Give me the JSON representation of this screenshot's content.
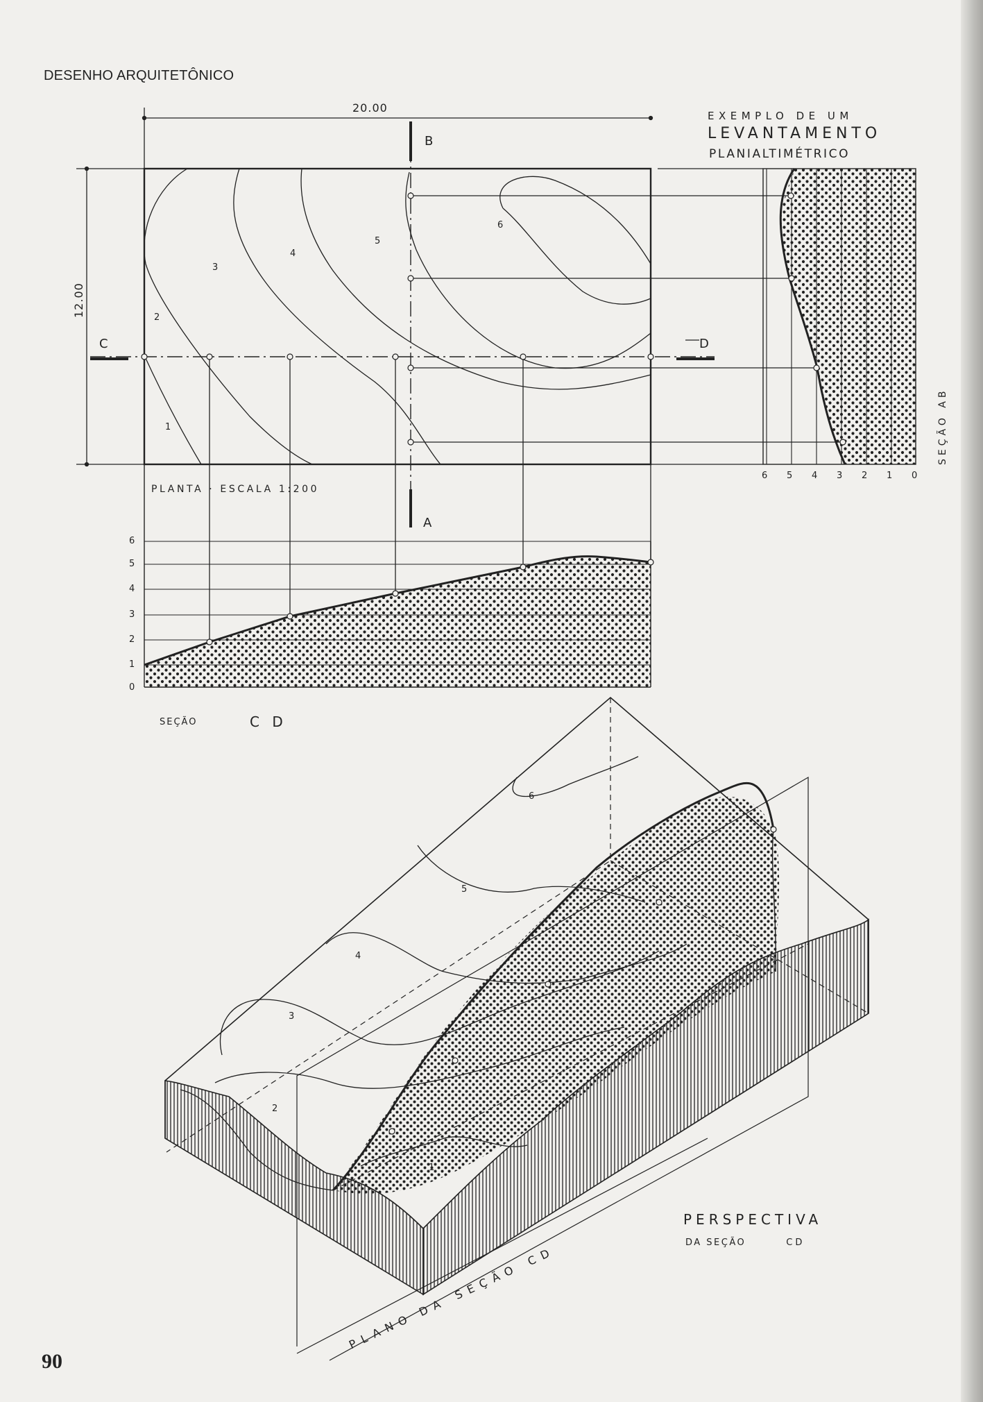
{
  "header": {
    "book_title": "DESENHO ARQUITETÔNICO"
  },
  "page_number": "90",
  "title": {
    "line1": "EXEMPLO DE UM",
    "line2": "LEVANTAMENTO",
    "line3": "PLANIALTIMÉTRICO"
  },
  "plan": {
    "label": "PLANTA · ESCALA 1:200",
    "width_dimension": "20.00",
    "height_dimension": "12.00",
    "section_marks": {
      "b": "B",
      "a": "A",
      "c": "C",
      "d": "D"
    },
    "contour_labels": [
      "1",
      "2",
      "3",
      "4",
      "5",
      "6"
    ]
  },
  "section_cd": {
    "label_prefix": "SEÇÃO",
    "label_name": "C D",
    "level_ticks": [
      "6",
      "5",
      "4",
      "3",
      "2",
      "1",
      "0"
    ]
  },
  "section_ab": {
    "label": "SEÇÃO AB",
    "level_ticks": [
      "6",
      "5",
      "4",
      "3",
      "2",
      "1",
      "0"
    ]
  },
  "perspective": {
    "title": "PERSPECTIVA",
    "subtitle_prefix": "DA SEÇÃO",
    "subtitle_name": "CD",
    "plane_label": [
      "PLANO",
      "DA",
      "SEÇÃO",
      "CD"
    ],
    "contour_labels": [
      "1",
      "2",
      "3",
      "4",
      "5",
      "6"
    ]
  },
  "colors": {
    "ink": "#222222",
    "paper": "#f1f0ed"
  }
}
